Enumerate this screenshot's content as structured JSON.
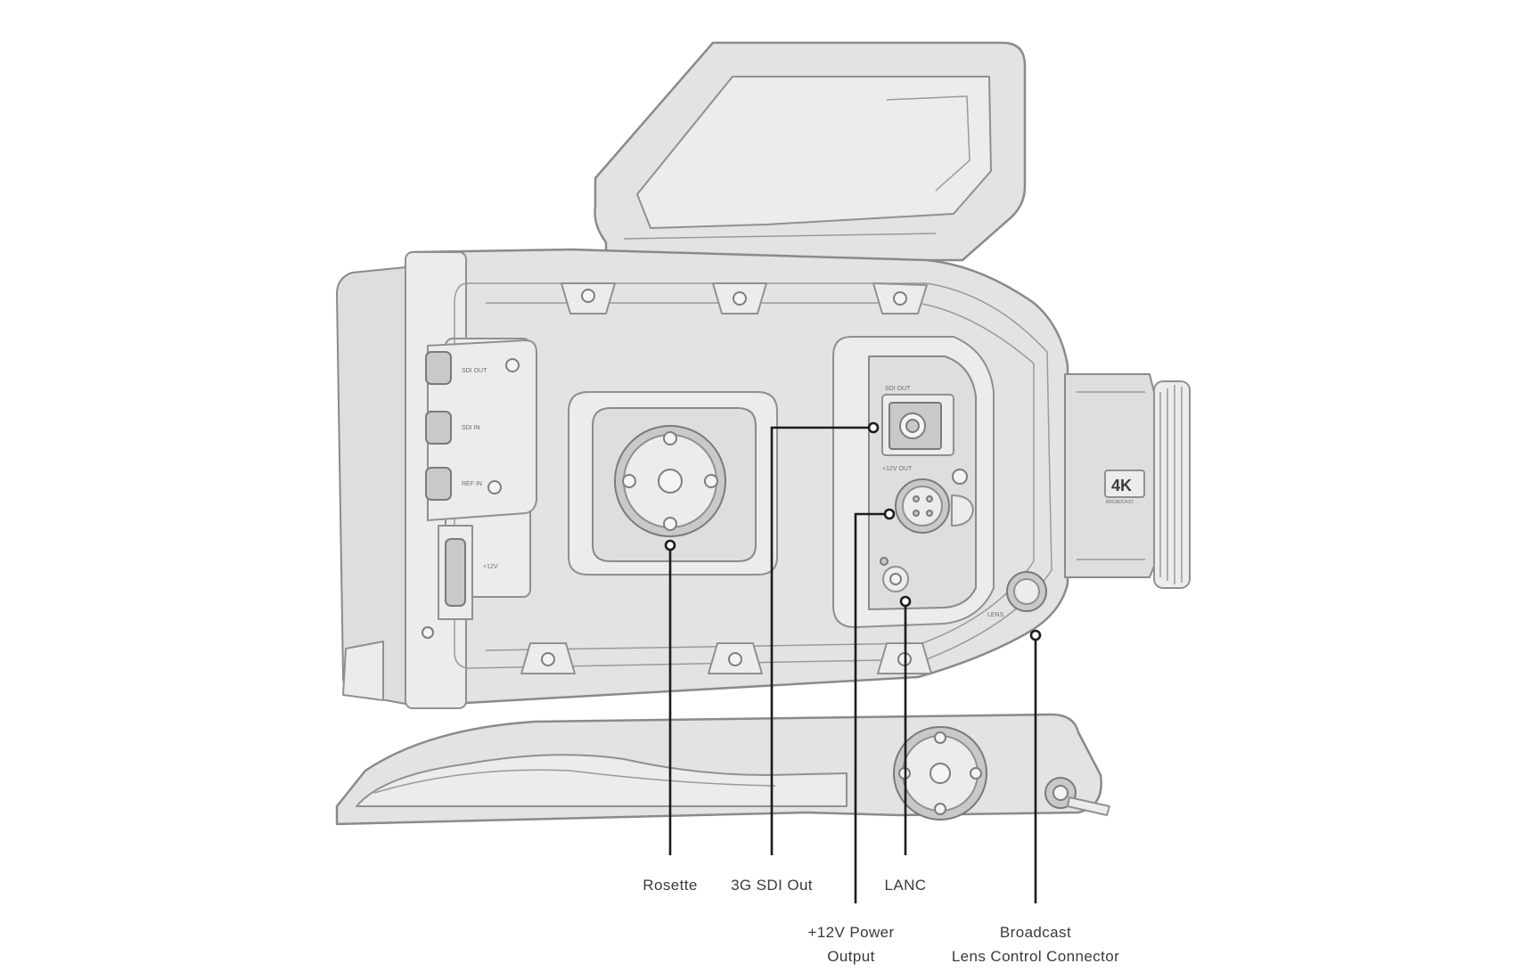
{
  "diagram": {
    "badge": {
      "text": "4K"
    },
    "callouts": {
      "rosette": {
        "label": "Rosette"
      },
      "sdi_out": {
        "label": "3G SDI Out"
      },
      "lanc": {
        "label": "LANC"
      },
      "power_output": {
        "line1": "+12V Power",
        "line2": "Output"
      },
      "broadcast_lens": {
        "line1": "Broadcast",
        "line2": "Lens Control Connector"
      }
    }
  }
}
